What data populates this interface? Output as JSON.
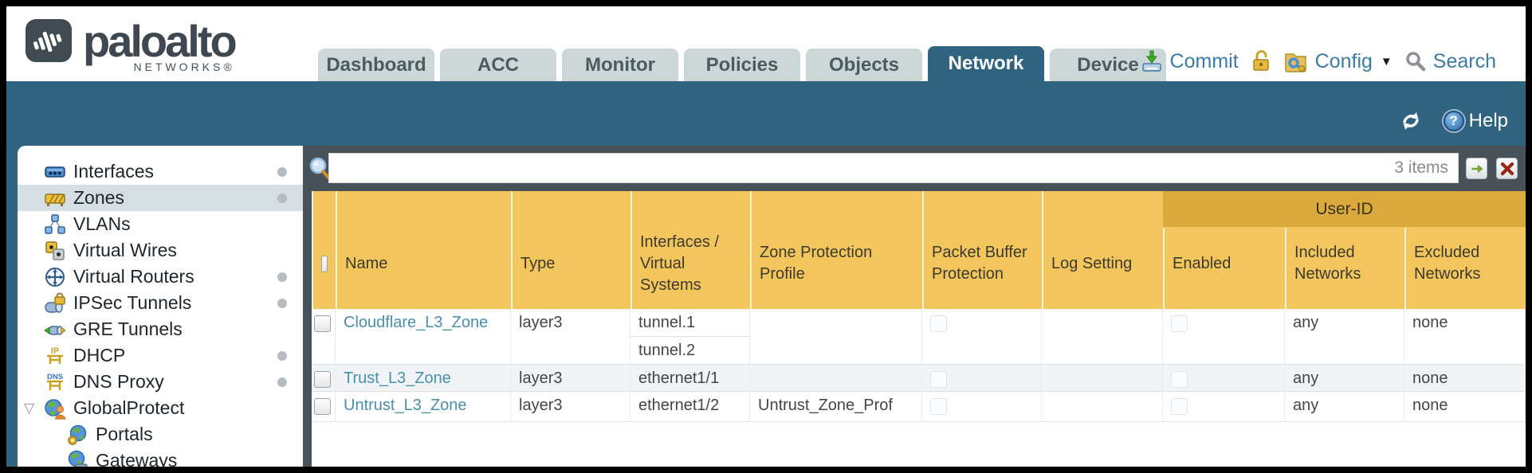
{
  "header": {
    "logo": {
      "brand": "paloalto",
      "sub": "NETWORKS®"
    },
    "tabs": [
      {
        "label": "Dashboard",
        "active": false
      },
      {
        "label": "ACC",
        "active": false
      },
      {
        "label": "Monitor",
        "active": false
      },
      {
        "label": "Policies",
        "active": false
      },
      {
        "label": "Objects",
        "active": false
      },
      {
        "label": "Network",
        "active": true
      },
      {
        "label": "Device",
        "active": false
      }
    ],
    "actions": {
      "commit": "Commit",
      "config": "Config",
      "search": "Search"
    }
  },
  "topbar": {
    "help": "Help"
  },
  "sidebar": {
    "items": [
      {
        "label": "Interfaces",
        "icon": "interfaces-icon",
        "has_dot": true,
        "selected": false
      },
      {
        "label": "Zones",
        "icon": "zones-icon",
        "has_dot": true,
        "selected": true
      },
      {
        "label": "VLANs",
        "icon": "vlans-icon",
        "has_dot": false,
        "selected": false
      },
      {
        "label": "Virtual Wires",
        "icon": "virtual-wires-icon",
        "has_dot": false,
        "selected": false
      },
      {
        "label": "Virtual Routers",
        "icon": "virtual-routers-icon",
        "has_dot": true,
        "selected": false
      },
      {
        "label": "IPSec Tunnels",
        "icon": "ipsec-tunnels-icon",
        "has_dot": true,
        "selected": false
      },
      {
        "label": "GRE Tunnels",
        "icon": "gre-tunnels-icon",
        "has_dot": false,
        "selected": false
      },
      {
        "label": "DHCP",
        "icon": "dhcp-icon",
        "has_dot": true,
        "selected": false
      },
      {
        "label": "DNS Proxy",
        "icon": "dns-proxy-icon",
        "has_dot": true,
        "selected": false
      },
      {
        "label": "GlobalProtect",
        "icon": "globalprotect-icon",
        "has_dot": false,
        "selected": false,
        "expanded": true
      },
      {
        "label": "Portals",
        "icon": "portals-icon",
        "has_dot": false,
        "selected": false,
        "child": true
      },
      {
        "label": "Gateways",
        "icon": "gateways-icon",
        "has_dot": false,
        "selected": false,
        "child": true
      }
    ]
  },
  "toolbar": {
    "items_count": "3 items"
  },
  "table": {
    "group_header": "User-ID",
    "columns": {
      "name": "Name",
      "type": "Type",
      "interfaces": "Interfaces / Virtual Systems",
      "zone_protection_profile": "Zone Protection Profile",
      "packet_buffer_protection": "Packet Buffer Protection",
      "log_setting": "Log Setting",
      "enabled": "Enabled",
      "included_networks": "Included Networks",
      "excluded_networks": "Excluded Networks"
    },
    "rows": [
      {
        "name": "Cloudflare_L3_Zone",
        "type": "layer3",
        "interfaces": [
          "tunnel.1",
          "tunnel.2"
        ],
        "zone_protection_profile": "",
        "packet_buffer_protection": false,
        "log_setting": "",
        "enabled": false,
        "included_networks": "any",
        "excluded_networks": "none"
      },
      {
        "name": "Trust_L3_Zone",
        "type": "layer3",
        "interfaces": [
          "ethernet1/1"
        ],
        "zone_protection_profile": "",
        "packet_buffer_protection": false,
        "log_setting": "",
        "enabled": false,
        "included_networks": "any",
        "excluded_networks": "none"
      },
      {
        "name": "Untrust_L3_Zone",
        "type": "layer3",
        "interfaces": [
          "ethernet1/2"
        ],
        "zone_protection_profile": "Untrust_Zone_Prof",
        "packet_buffer_protection": false,
        "log_setting": "",
        "enabled": false,
        "included_networks": "any",
        "excluded_networks": "none"
      }
    ]
  },
  "colors": {
    "teal": "#2f6380",
    "header_orange": "#f2c65d",
    "userid_band": "#dcaa3c",
    "slate": "#47525a",
    "link": "#4a8fb0",
    "inactive_tab": "#ccd7d7"
  }
}
